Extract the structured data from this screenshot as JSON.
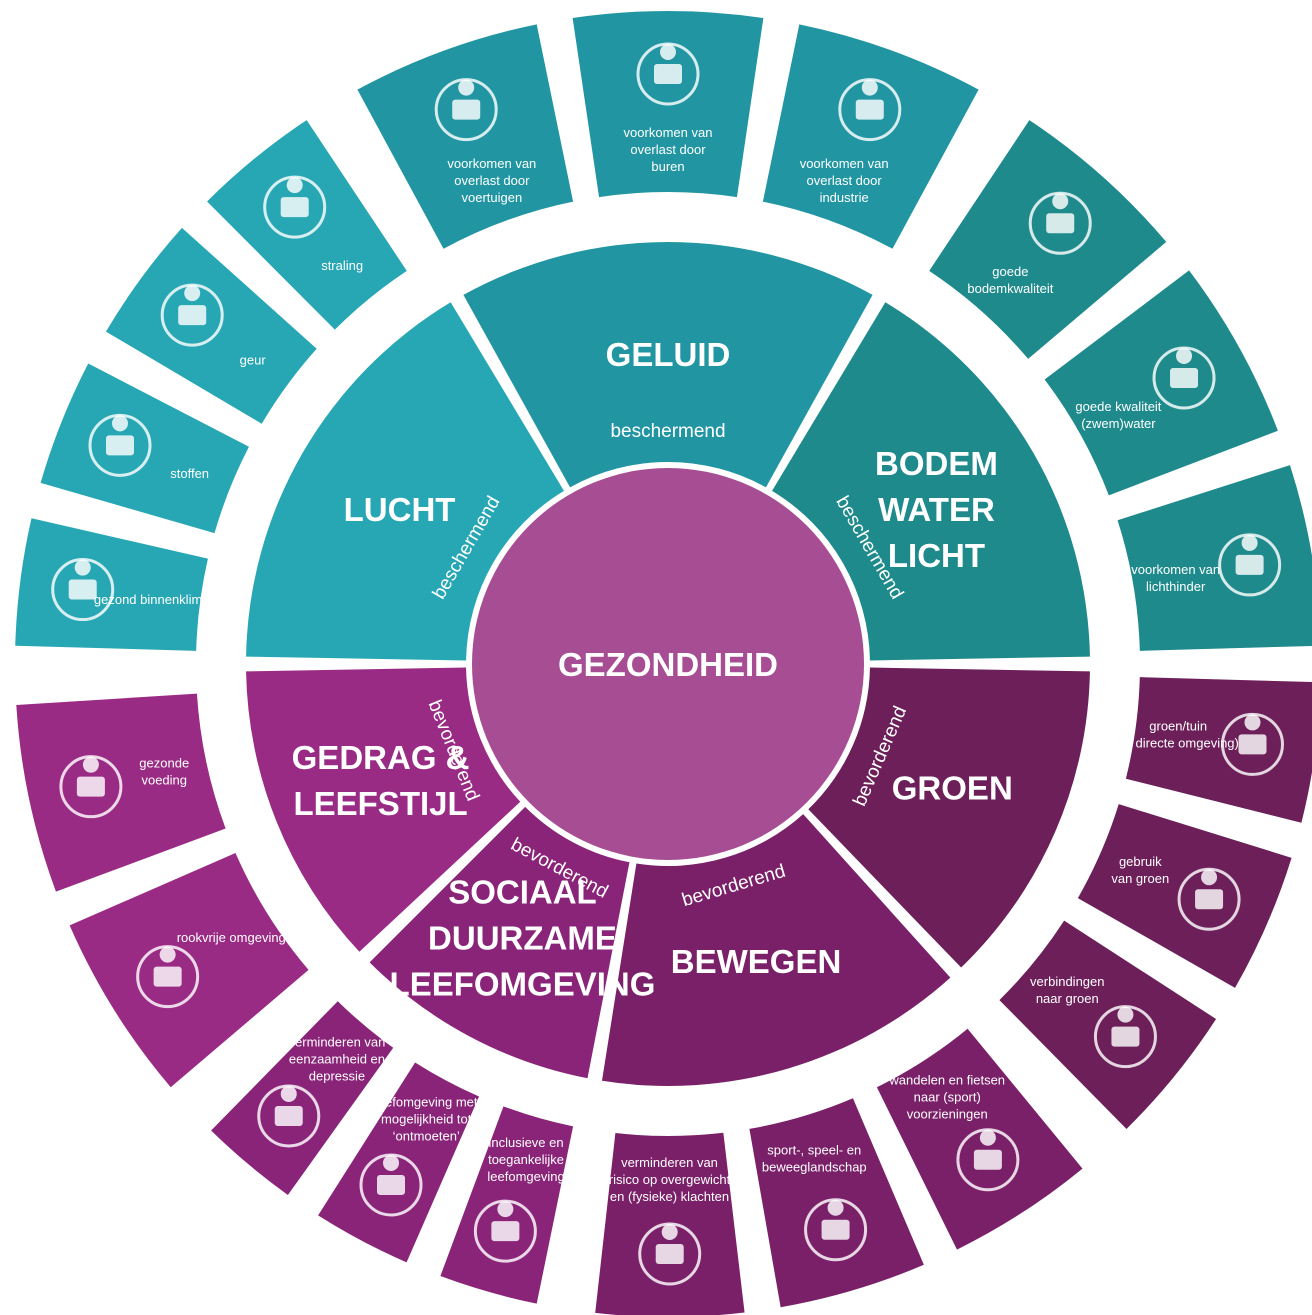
{
  "center": {
    "label": "GEZONDHEID",
    "color": "#a64d93"
  },
  "themes": [
    {
      "id": "lucht",
      "label": [
        "LUCHT"
      ],
      "effect": "beschermend",
      "color": "#27a7b4"
    },
    {
      "id": "geluid",
      "label": [
        "GELUID"
      ],
      "effect": "beschermend",
      "color": "#2196a2"
    },
    {
      "id": "bodem",
      "label": [
        "BODEM",
        "WATER",
        "LICHT"
      ],
      "effect": "beschermend",
      "color": "#1f8a8c"
    },
    {
      "id": "groen",
      "label": [
        "GROEN"
      ],
      "effect": "bevorderend",
      "color": "#6c1f58"
    },
    {
      "id": "bewegen",
      "label": [
        "BEWEGEN"
      ],
      "effect": "bevorderend",
      "color": "#7a2068"
    },
    {
      "id": "sociaal",
      "label": [
        "SOCIAAL",
        "DUURZAME",
        "LEEFOMGEVING"
      ],
      "effect": "bevorderend",
      "color": "#8a2478"
    },
    {
      "id": "gedrag",
      "label": [
        "GEDRAG &",
        "LEEFSTIJL"
      ],
      "effect": "bevorderend",
      "color": "#9a2b84"
    }
  ],
  "segments": [
    {
      "theme": "lucht",
      "text": [
        "gezond binnenklimaat"
      ],
      "icon": "house-wind-icon",
      "color": "#27a7b4"
    },
    {
      "theme": "lucht",
      "text": [
        "stoffen"
      ],
      "icon": "particles-cycle-icon",
      "color": "#27a7b4"
    },
    {
      "theme": "lucht",
      "text": [
        "geur"
      ],
      "icon": "odour-cycle-icon",
      "color": "#27a7b4"
    },
    {
      "theme": "lucht",
      "text": [
        "straling"
      ],
      "icon": "radiation-icon",
      "color": "#27a7b4"
    },
    {
      "theme": "geluid",
      "text": [
        "voorkomen van",
        "overlast door",
        "voertuigen"
      ],
      "icon": "vehicle-noise-icon",
      "color": "#2196a2"
    },
    {
      "theme": "geluid",
      "text": [
        "voorkomen van",
        "overlast door",
        "buren"
      ],
      "icon": "neighbour-houses-icon",
      "color": "#2196a2"
    },
    {
      "theme": "geluid",
      "text": [
        "voorkomen van",
        "overlast door",
        "industrie"
      ],
      "icon": "factory-noise-icon",
      "color": "#2196a2"
    },
    {
      "theme": "bodem",
      "text": [
        "goede",
        "bodemkwaliteit"
      ],
      "icon": "tree-soil-icon",
      "color": "#1f8a8c"
    },
    {
      "theme": "bodem",
      "text": [
        "goede kwaliteit",
        "(zwem)water"
      ],
      "icon": "swimmer-water-icon",
      "color": "#1f8a8c"
    },
    {
      "theme": "bodem",
      "text": [
        "voorkomen van",
        "lichthinder"
      ],
      "icon": "greenhouse-icon",
      "color": "#1f8a8c"
    },
    {
      "theme": "groen",
      "text": [
        "groen/tuin",
        "(in directe omgeving)"
      ],
      "icon": "trees-icon",
      "color": "#6c1f58"
    },
    {
      "theme": "groen",
      "text": [
        "gebruik",
        "van groen"
      ],
      "icon": "park-use-icon",
      "color": "#6c1f58"
    },
    {
      "theme": "groen",
      "text": [
        "verbindingen",
        "naar groen"
      ],
      "icon": "green-path-icon",
      "color": "#6c1f58"
    },
    {
      "theme": "bewegen",
      "text": [
        "wandelen en fietsen",
        "naar (sport)",
        "voorzieningen"
      ],
      "icon": "walk-cycle-icon",
      "color": "#7a2068"
    },
    {
      "theme": "bewegen",
      "text": [
        "sport-, speel- en",
        "beweeglandschap"
      ],
      "icon": "playground-icon",
      "color": "#7a2068"
    },
    {
      "theme": "bewegen",
      "text": [
        "verminderen van",
        "risico op overgewicht",
        "en (fysieke) klachten"
      ],
      "icon": "overweight-icon",
      "color": "#7a2068"
    },
    {
      "theme": "sociaal",
      "text": [
        "inclusieve en",
        "toegankelijke",
        "leefomgeving"
      ],
      "icon": "accessible-people-icon",
      "color": "#8a2478"
    },
    {
      "theme": "sociaal",
      "text": [
        "leefomgeving met",
        "mogelijkheid tot",
        "‘ontmoeten’"
      ],
      "icon": "meeting-bench-icon",
      "color": "#8a2478"
    },
    {
      "theme": "sociaal",
      "text": [
        "verminderen van",
        "eenzaamheid en",
        "depressie"
      ],
      "icon": "lonely-people-icon",
      "color": "#8a2478"
    },
    {
      "theme": "gedrag",
      "text": [
        "rookvrije omgeving"
      ],
      "icon": "no-smoking-icon",
      "color": "#9a2b84"
    },
    {
      "theme": "gedrag",
      "text": [
        "gezonde",
        "voeding"
      ],
      "icon": "healthy-food-icon",
      "color": "#9a2b84"
    }
  ]
}
